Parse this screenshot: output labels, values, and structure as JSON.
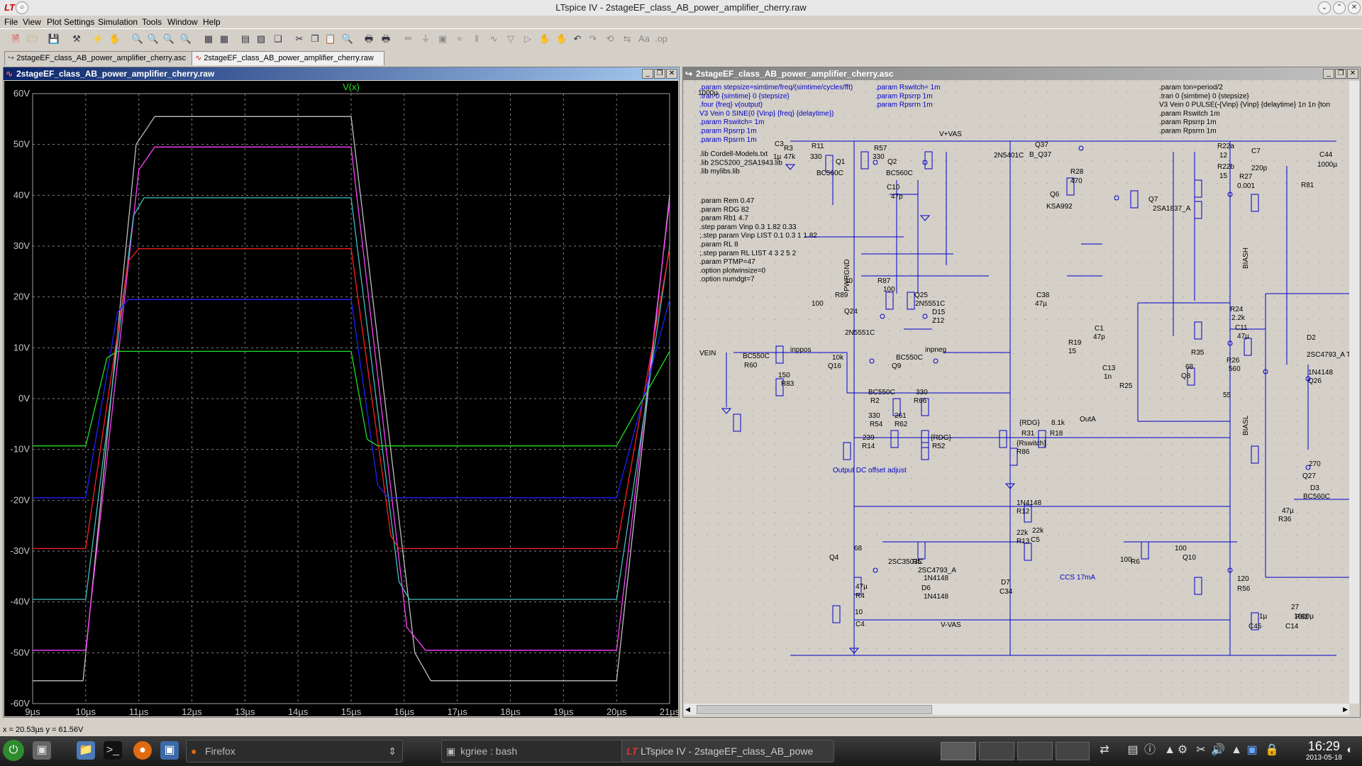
{
  "window": {
    "title": "LTspice IV - 2stageEF_class_AB_power_amplifier_cherry.raw"
  },
  "menu": [
    "File",
    "View",
    "Plot Settings",
    "Simulation",
    "Tools",
    "Window",
    "Help"
  ],
  "tabs": [
    {
      "label": "2stageEF_class_AB_power_amplifier_cherry.asc"
    },
    {
      "label": "2stageEF_class_AB_power_amplifier_cherry.raw"
    }
  ],
  "plot_window": {
    "title": "2stageEF_class_AB_power_amplifier_cherry.raw",
    "trace_label": "V(x)"
  },
  "schematic_window": {
    "title": "2stageEF_class_AB_power_amplifier_cherry.asc"
  },
  "chart_data": {
    "type": "line",
    "title": "V(x)",
    "xlabel": "",
    "ylabel": "",
    "xlim": [
      9,
      21
    ],
    "ylim": [
      -60,
      60
    ],
    "x_ticks": [
      "9µs",
      "10µs",
      "11µs",
      "12µs",
      "13µs",
      "14µs",
      "15µs",
      "16µs",
      "17µs",
      "18µs",
      "19µs",
      "20µs",
      "21µs"
    ],
    "y_ticks": [
      "60V",
      "50V",
      "40V",
      "30V",
      "20V",
      "10V",
      "0V",
      "-10V",
      "-20V",
      "-30V",
      "-40V",
      "-50V",
      "-60V"
    ],
    "grid": true,
    "series": [
      {
        "color": "#bfbfbf",
        "amplitude": 55.5,
        "x": [
          9,
          9.95,
          10.95,
          11.3,
          15,
          16.2,
          16.5,
          20,
          21
        ],
        "y": [
          -55.5,
          -55.5,
          50,
          55.5,
          55.5,
          -50,
          -55.5,
          -55.5,
          40
        ]
      },
      {
        "color": "#ff40ff",
        "amplitude": 49.5,
        "x": [
          9,
          10,
          11,
          11.3,
          15,
          16.05,
          16.4,
          20,
          21
        ],
        "y": [
          -49.5,
          -49.5,
          45,
          49.5,
          49.5,
          -45,
          -49.5,
          -49.5,
          39
        ]
      },
      {
        "color": "#40c0c0",
        "amplitude": 39.5,
        "x": [
          9,
          10,
          10.9,
          11.1,
          15,
          15.9,
          16.1,
          20,
          21
        ],
        "y": [
          -39.5,
          -39.5,
          36,
          39.5,
          39.5,
          -36,
          -39.5,
          -39.5,
          30
        ]
      },
      {
        "color": "#ff2020",
        "amplitude": 29.5,
        "x": [
          9,
          10,
          10.8,
          11,
          15,
          15.75,
          15.9,
          20,
          21
        ],
        "y": [
          -29.5,
          -29.5,
          27,
          29.5,
          29.5,
          -27,
          -29.5,
          -29.5,
          29.5
        ]
      },
      {
        "color": "#2020ff",
        "amplitude": 19.5,
        "x": [
          9,
          10,
          10.6,
          10.8,
          15,
          15.5,
          15.7,
          20,
          21
        ],
        "y": [
          -19.5,
          -19.5,
          17,
          19.5,
          19.5,
          -17,
          -19.5,
          -19.5,
          19.5
        ]
      },
      {
        "color": "#20e020",
        "amplitude": 9.3,
        "x": [
          9,
          10,
          10.4,
          10.6,
          15,
          15.3,
          15.5,
          20,
          21
        ],
        "y": [
          -9.3,
          -9.3,
          8,
          9.3,
          9.3,
          -8,
          -9.3,
          -9.3,
          9.3
        ]
      }
    ]
  },
  "schematic": {
    "directives_left": [
      ".param stepsize=simtime/freq/(simtime/cycles/fft)",
      ".tran 0 {simtime} 0 {stepsize}",
      ".four {freq} v(output)",
      "V3 Vein 0 SINE(0 {Vinp} {freq} {delaytime})",
      ".param Rswitch= 1m",
      ".param Rpsrrp 1m",
      ".param Rpsrrn 1m"
    ],
    "directives_mid": [
      ".param Rswitch= 1m",
      ".param Rpsrrp 1m",
      ".param Rpsrrn 1m"
    ],
    "directives_right": [
      ".param ton=period/2",
      ".tran 0 {simtime} 0 {stepsize}",
      "V3 Vein 0 PULSE(-{Vinp} {Vinp} {delaytime} 1n 1n {ton",
      ".param Rswitch 1m",
      ".param Rpsrrp 1m",
      ".param Rpsrrn 1m"
    ],
    "libs": [
      ".lib Cordell-Models.txt",
      ".lib 2SC5200_2SA1943.lib",
      ".lib mylibs.lib"
    ],
    "params": [
      ".param Rem 0.47",
      ".param RDG 82",
      ".param Rb1 4.7",
      ".step param Vinp 0.3 1.82 0.33",
      ";.step param Vinp LIST 0.1 0.3 1 1.82",
      ".param RL 8",
      ";.step param RL LIST 4 3 2 5 2",
      ".param PTMP=47",
      ".option plotwinsize=0",
      ".option numdgt=7"
    ],
    "labels": [
      {
        "t": "V+VAS",
        "c": "n"
      },
      {
        "t": "V-VAS",
        "c": "n"
      },
      {
        "t": "VEIN",
        "c": "n"
      },
      {
        "t": "inppos",
        "c": "n"
      },
      {
        "t": "inpneg",
        "c": "n"
      },
      {
        "t": "OutA",
        "c": "n"
      },
      {
        "t": "BIASH",
        "c": "n"
      },
      {
        "t": "BIASL",
        "c": "n"
      },
      {
        "t": "Output DC offset adjust",
        "c": "c"
      },
      {
        "t": "CCS 17mA",
        "c": "c"
      },
      {
        "t": "C3",
        "c": "n"
      },
      {
        "t": "1µ",
        "c": "n"
      },
      {
        "t": "R3",
        "c": "n"
      },
      {
        "t": "47k",
        "c": "n"
      },
      {
        "t": "R11",
        "c": "n"
      },
      {
        "t": "330",
        "c": "n"
      },
      {
        "t": "R57",
        "c": "n"
      },
      {
        "t": "330",
        "c": "n"
      },
      {
        "t": "Q1",
        "c": "n"
      },
      {
        "t": "BC560C",
        "c": "n"
      },
      {
        "t": "Q2",
        "c": "n"
      },
      {
        "t": "BC560C",
        "c": "n"
      },
      {
        "t": "Q37",
        "c": "n"
      },
      {
        "t": "2N5401C",
        "c": "n"
      },
      {
        "t": "B_Q37",
        "c": "n"
      },
      {
        "t": "R28",
        "c": "n"
      },
      {
        "t": "470",
        "c": "n"
      },
      {
        "t": "C10",
        "c": "n"
      },
      {
        "t": "47p",
        "c": "n"
      },
      {
        "t": "Q6",
        "c": "n"
      },
      {
        "t": "KSA992",
        "c": "n"
      },
      {
        "t": "R22a",
        "c": "n"
      },
      {
        "t": "12",
        "c": "n"
      },
      {
        "t": "R22b",
        "c": "n"
      },
      {
        "t": "15",
        "c": "n"
      },
      {
        "t": "R27",
        "c": "n"
      },
      {
        "t": "0.001",
        "c": "n"
      },
      {
        "t": "C7",
        "c": "n"
      },
      {
        "t": "220p",
        "c": "n"
      },
      {
        "t": "Q7",
        "c": "n"
      },
      {
        "t": "2SA1837_A",
        "c": "n"
      },
      {
        "t": "C44",
        "c": "n"
      },
      {
        "t": "1000µ",
        "c": "n"
      },
      {
        "t": "R81",
        "c": "n"
      },
      {
        "t": "10",
        "c": "n"
      },
      {
        "t": "PWRGND",
        "c": "n"
      },
      {
        "t": "R87",
        "c": "n"
      },
      {
        "t": "100",
        "c": "n"
      },
      {
        "t": "R89",
        "c": "n"
      },
      {
        "t": "100",
        "c": "n"
      },
      {
        "t": "Q25",
        "c": "n"
      },
      {
        "t": "2N5551C",
        "c": "n"
      },
      {
        "t": "Q24",
        "c": "n"
      },
      {
        "t": "2N5551C",
        "c": "n"
      },
      {
        "t": "D15",
        "c": "n"
      },
      {
        "t": "Z12",
        "c": "n"
      },
      {
        "t": "C38",
        "c": "n"
      },
      {
        "t": "47µ",
        "c": "n"
      },
      {
        "t": "C1",
        "c": "n"
      },
      {
        "t": "47p",
        "c": "n"
      },
      {
        "t": "R24",
        "c": "n"
      },
      {
        "t": "2.2k",
        "c": "n"
      },
      {
        "t": "R19",
        "c": "n"
      },
      {
        "t": "15",
        "c": "n"
      },
      {
        "t": "C11",
        "c": "n"
      },
      {
        "t": "47µ",
        "c": "n"
      },
      {
        "t": "R35",
        "c": "n"
      },
      {
        "t": "68",
        "c": "n"
      },
      {
        "t": "Q8",
        "c": "n"
      },
      {
        "t": "R26",
        "c": "n"
      },
      {
        "t": "560",
        "c": "n"
      },
      {
        "t": "C13",
        "c": "n"
      },
      {
        "t": "1n",
        "c": "n"
      },
      {
        "t": "R25",
        "c": "n"
      },
      {
        "t": "55",
        "c": "n"
      },
      {
        "t": "2SC4793_A TEMP={PTMP}",
        "c": "n"
      },
      {
        "t": "D2",
        "c": "n"
      },
      {
        "t": "1N4148",
        "c": "n"
      },
      {
        "t": "Q26",
        "c": "n"
      },
      {
        "t": "BC550C",
        "c": "n"
      },
      {
        "t": "R60",
        "c": "n"
      },
      {
        "t": "150",
        "c": "n"
      },
      {
        "t": "R83",
        "c": "n"
      },
      {
        "t": "10k",
        "c": "n"
      },
      {
        "t": "Q16",
        "c": "n"
      },
      {
        "t": "BC550C",
        "c": "n"
      },
      {
        "t": "Q9",
        "c": "n"
      },
      {
        "t": "BC550C",
        "c": "n"
      },
      {
        "t": "R2",
        "c": "n"
      },
      {
        "t": "330",
        "c": "n"
      },
      {
        "t": "R66",
        "c": "n"
      },
      {
        "t": "330",
        "c": "n"
      },
      {
        "t": "R54",
        "c": "n"
      },
      {
        "t": "261",
        "c": "n"
      },
      {
        "t": "R62",
        "c": "n"
      },
      {
        "t": "239",
        "c": "n"
      },
      {
        "t": "R14",
        "c": "n"
      },
      {
        "t": "{RDG}",
        "c": "n"
      },
      {
        "t": "R52",
        "c": "n"
      },
      {
        "t": "{RDG}",
        "c": "n"
      },
      {
        "t": "R31",
        "c": "n"
      },
      {
        "t": "8.1k",
        "c": "n"
      },
      {
        "t": "R18",
        "c": "n"
      },
      {
        "t": "{Rswitch}",
        "c": "n"
      },
      {
        "t": "R86",
        "c": "n"
      },
      {
        "t": "270",
        "c": "n"
      },
      {
        "t": "Q27",
        "c": "n"
      },
      {
        "t": "BC560C",
        "c": "n"
      },
      {
        "t": "D3",
        "c": "n"
      },
      {
        "t": "1N4148",
        "c": "n"
      },
      {
        "t": "R12",
        "c": "n"
      },
      {
        "t": "22k",
        "c": "n"
      },
      {
        "t": "R13",
        "c": "n"
      },
      {
        "t": "22k",
        "c": "n"
      },
      {
        "t": "C5",
        "c": "n"
      },
      {
        "t": "47µ",
        "c": "n"
      },
      {
        "t": "R36",
        "c": "n"
      },
      {
        "t": "68",
        "c": "n"
      },
      {
        "t": "Q4",
        "c": "n"
      },
      {
        "t": "2SC3503C",
        "c": "n"
      },
      {
        "t": "R5",
        "c": "n"
      },
      {
        "t": "100",
        "c": "n"
      },
      {
        "t": "R6",
        "c": "n"
      },
      {
        "t": "100",
        "c": "n"
      },
      {
        "t": "Q10",
        "c": "n"
      },
      {
        "t": "2SC4793_A",
        "c": "n"
      },
      {
        "t": "1N4148",
        "c": "n"
      },
      {
        "t": "D6",
        "c": "n"
      },
      {
        "t": "1N4148",
        "c": "n"
      },
      {
        "t": "D7",
        "c": "n"
      },
      {
        "t": "C34",
        "c": "n"
      },
      {
        "t": "47µ",
        "c": "n"
      },
      {
        "t": "R4",
        "c": "n"
      },
      {
        "t": "120",
        "c": "n"
      },
      {
        "t": "R56",
        "c": "n"
      },
      {
        "t": "27",
        "c": "n"
      },
      {
        "t": "R82",
        "c": "n"
      },
      {
        "t": "10",
        "c": "n"
      },
      {
        "t": "C4",
        "c": "n"
      },
      {
        "t": "1µ",
        "c": "n"
      },
      {
        "t": "C45",
        "c": "n"
      },
      {
        "t": "1000µ",
        "c": "n"
      },
      {
        "t": "C14",
        "c": "n"
      },
      {
        "t": "1000µ",
        "c": "n"
      }
    ]
  },
  "status": {
    "readout": "x = 20.53µs   y = 61.56V"
  },
  "taskbar": {
    "buttons": [
      {
        "label": "Firefox"
      },
      {
        "label": "kgriee : bash"
      },
      {
        "label": "LTspice IV - 2stageEF_class_AB_powe"
      }
    ],
    "time": "16:29",
    "date": "2013-05-18"
  },
  "colors": {
    "accent": "#0a246a",
    "plot_bg": "#000000",
    "grid": "#808080",
    "wire": "#0000c8"
  }
}
